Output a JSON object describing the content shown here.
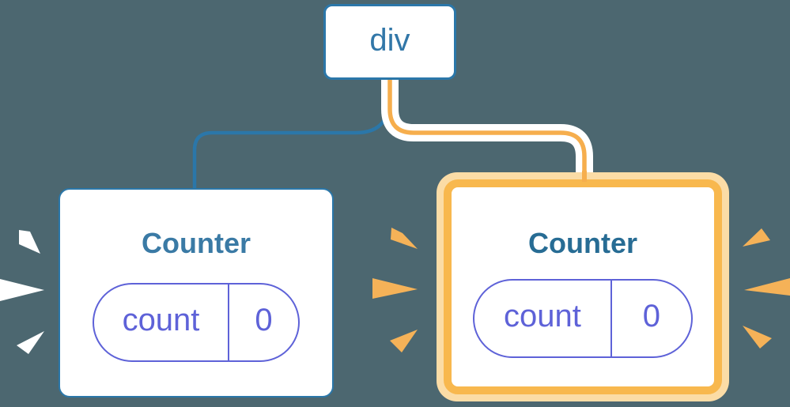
{
  "tree": {
    "root": {
      "label": "div"
    },
    "children": [
      {
        "title": "Counter",
        "highlighted": false,
        "state": {
          "key": "count",
          "value": "0"
        }
      },
      {
        "title": "Counter",
        "highlighted": true,
        "state": {
          "key": "count",
          "value": "0"
        }
      }
    ]
  },
  "colors": {
    "background": "#4C6770",
    "node_border_blue": "#2B77A9",
    "node_text_blue": "#3277A8",
    "left_title_blue": "#3A7AA5",
    "right_title_blue": "#276C94",
    "state_pill_purple": "#5E62D8",
    "render_edge_orange": "#F6AE4D",
    "highlight_ring_orange": "#F8B84E",
    "highlight_ring_peach": "#FBDCA6",
    "spark_orange": "#F5B258",
    "spark_white": "#FFFFFF"
  },
  "icons": {
    "left_sparks": "render-spark-icon (white, 3 wedges)",
    "right_sparks": "render-spark-icon (orange, 6 wedges)"
  }
}
